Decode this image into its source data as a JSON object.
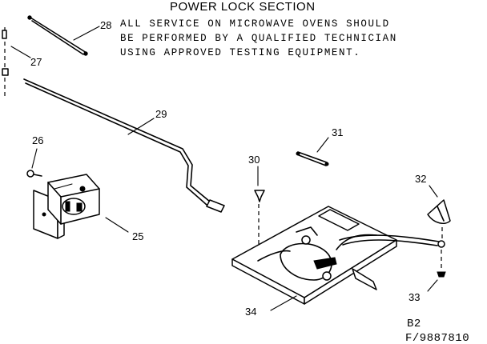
{
  "title": "POWER LOCK SECTION",
  "service_note": [
    "ALL SERVICE ON MICROWAVE OVENS SHOULD",
    "BE PERFORMED BY A QUALIFIED TECHNICIAN",
    "USING APPROVED TESTING EQUIPMENT."
  ],
  "callouts": {
    "c25": "25",
    "c26": "26",
    "c27": "27",
    "c28": "28",
    "c29": "29",
    "c30": "30",
    "c31": "31",
    "c32": "32",
    "c33": "33",
    "c34": "34"
  },
  "page_code": "B2",
  "figure_code": "F/9887810"
}
